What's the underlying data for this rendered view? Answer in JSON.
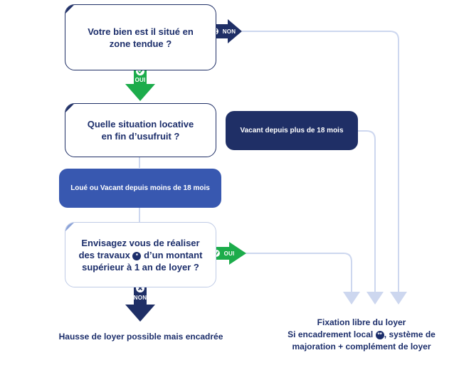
{
  "questions": {
    "q1": "Votre bien est il situé en zone tendue  ?",
    "q2": "Quelle situation locative en fin d’usufruit ?",
    "q3_part1": "Envisagez vous de réaliser des travaux",
    "q3_part2": "d’un montant supérieur à 1 an de loyer ?"
  },
  "options": {
    "vacant_long": "Vacant depuis plus de 18 mois",
    "loue_or_vacant_short": "Loué ou Vacant depuis moins de 18 mois"
  },
  "arrows": {
    "non_label": "NON",
    "oui_label": "OUI"
  },
  "outcomes": {
    "hausse": "Hausse de loyer possible mais encadrée",
    "fixation_line1": "Fixation libre du loyer",
    "fixation_line2_prefix": "Si encadrement local",
    "fixation_line2_suffix": ", système de majoration + complément de loyer"
  },
  "icons": {
    "footnote_star": "*",
    "footnote_double_star": "**"
  },
  "colors": {
    "navy": "#1f2f66",
    "blue": "#3858b0",
    "green": "#1cac4b",
    "light_line": "#cdd7ef"
  }
}
